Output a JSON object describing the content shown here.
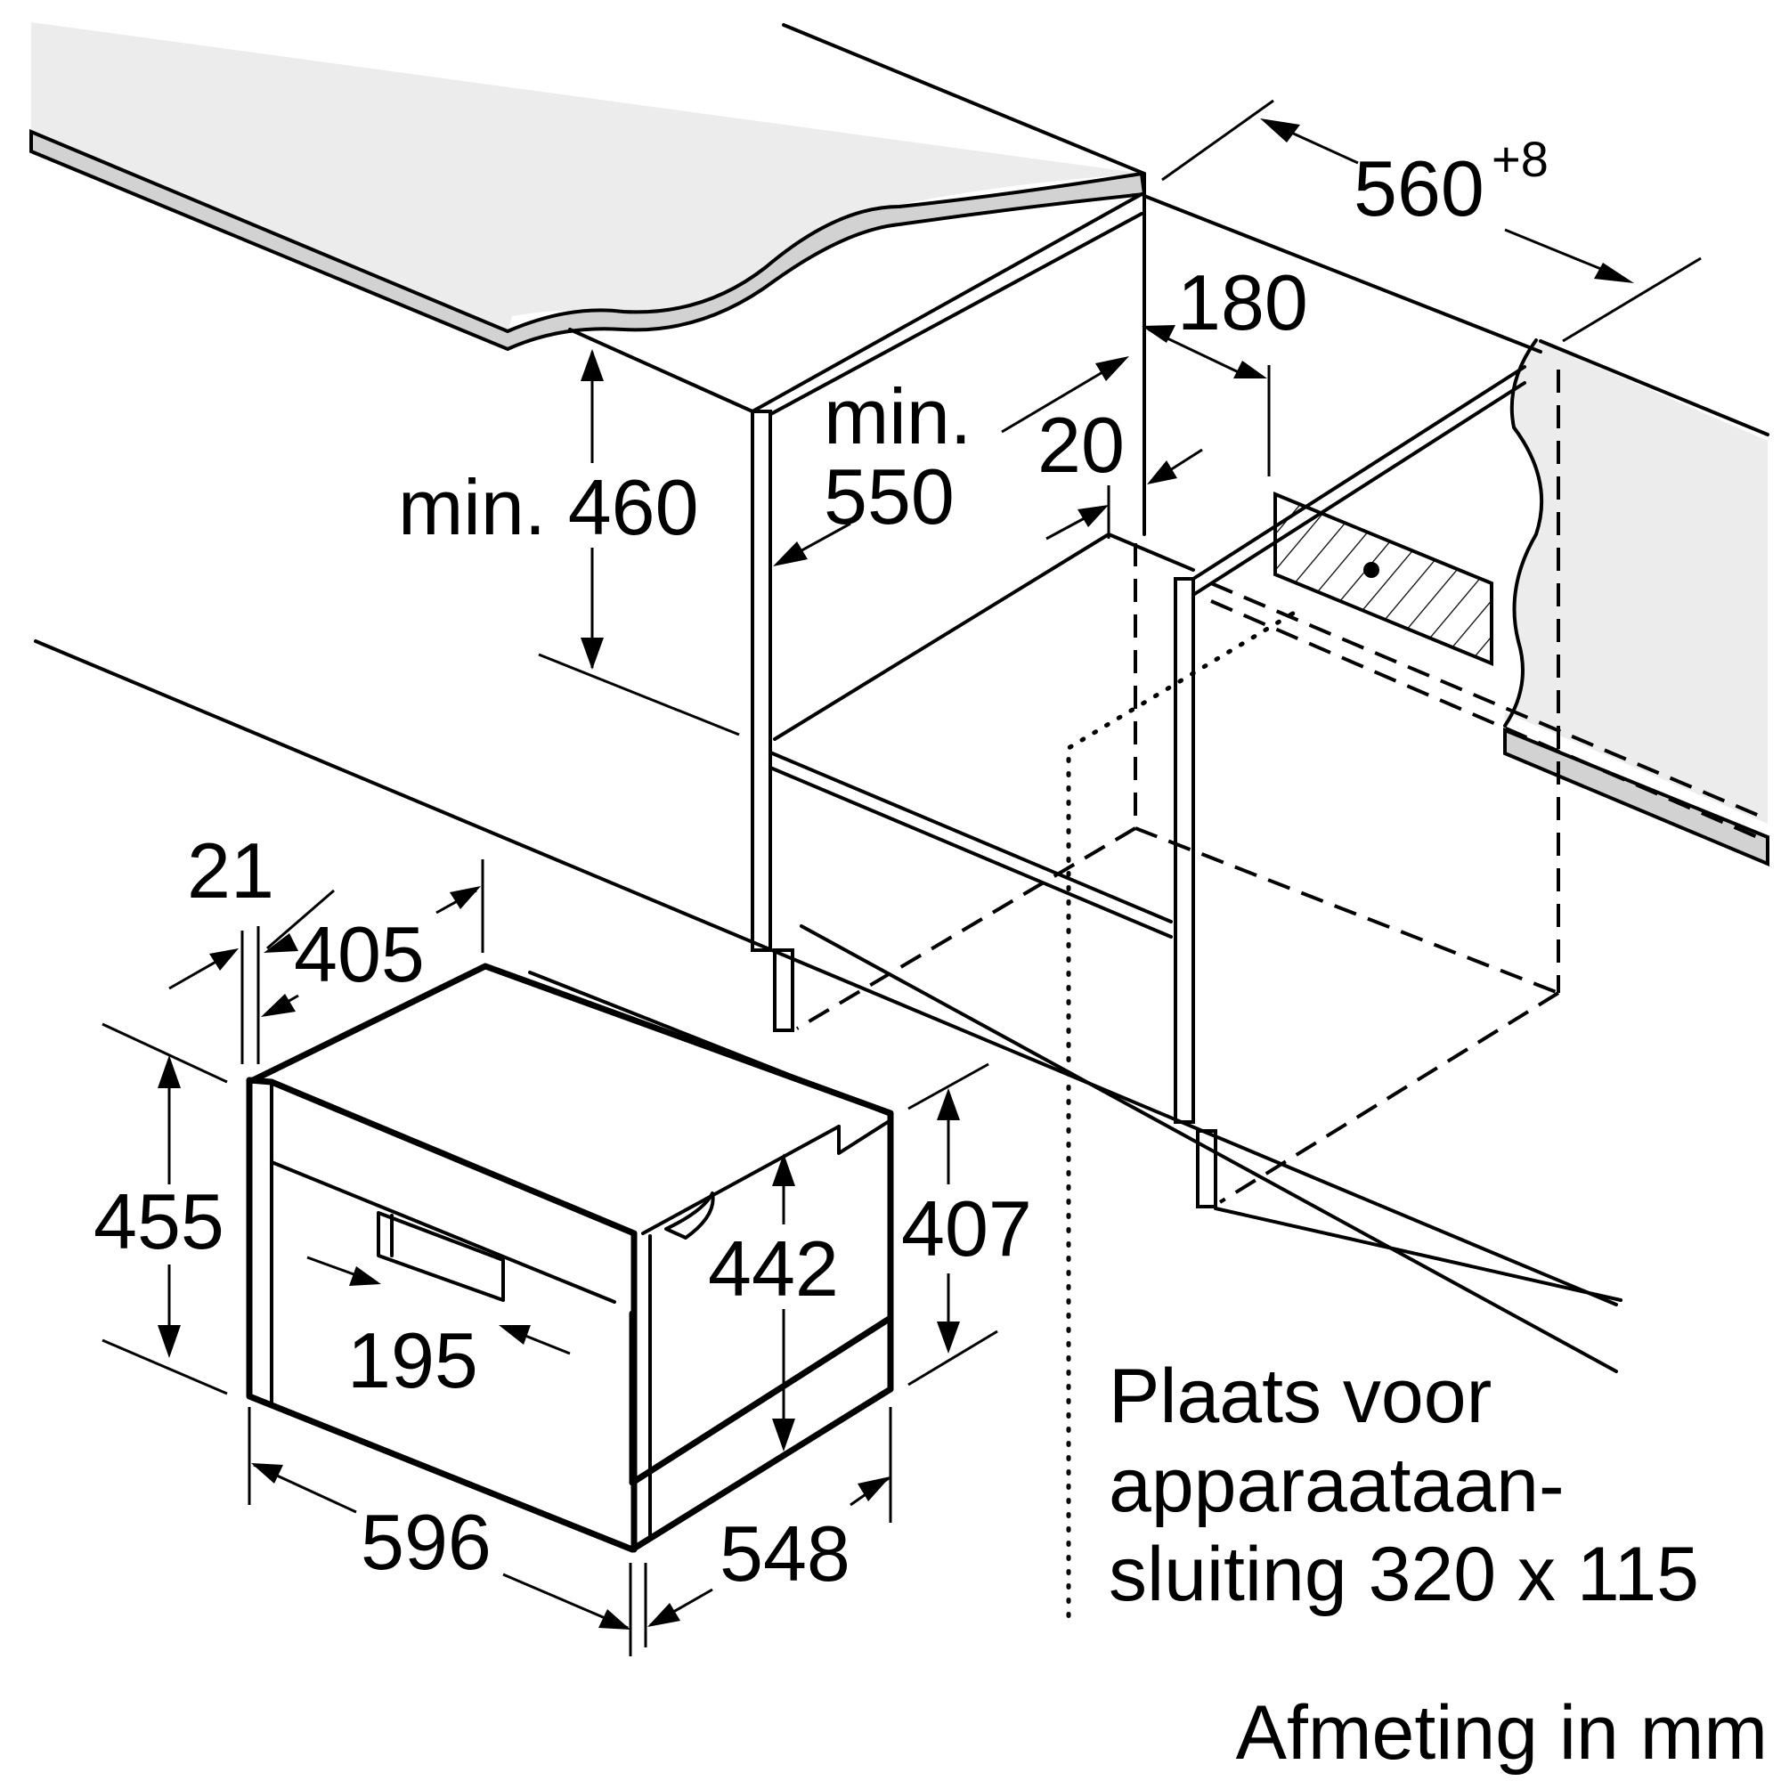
{
  "colors": {
    "background": "#ffffff",
    "line": "#000000",
    "countertop_fill": "#ececec",
    "countertop_edge": "#d2d2d2"
  },
  "dimensions": {
    "niche_width": "560",
    "niche_width_tolerance": "+8",
    "connection_offset": "180",
    "min_height_label": "min. 460",
    "min_depth_prefix": "min.",
    "min_depth_value": "550",
    "rear_gap": "20",
    "front_overhang": "21",
    "cavity_depth": "405",
    "front_height": "455",
    "body_height": "407",
    "inner_height": "442",
    "handle_width": "195",
    "front_width": "596",
    "body_depth": "548"
  },
  "notes": {
    "connection_line1": "Plaats voor",
    "connection_line2": "apparaataan-",
    "connection_line3": "sluiting 320 x 115",
    "units": "Afmeting in mm"
  }
}
